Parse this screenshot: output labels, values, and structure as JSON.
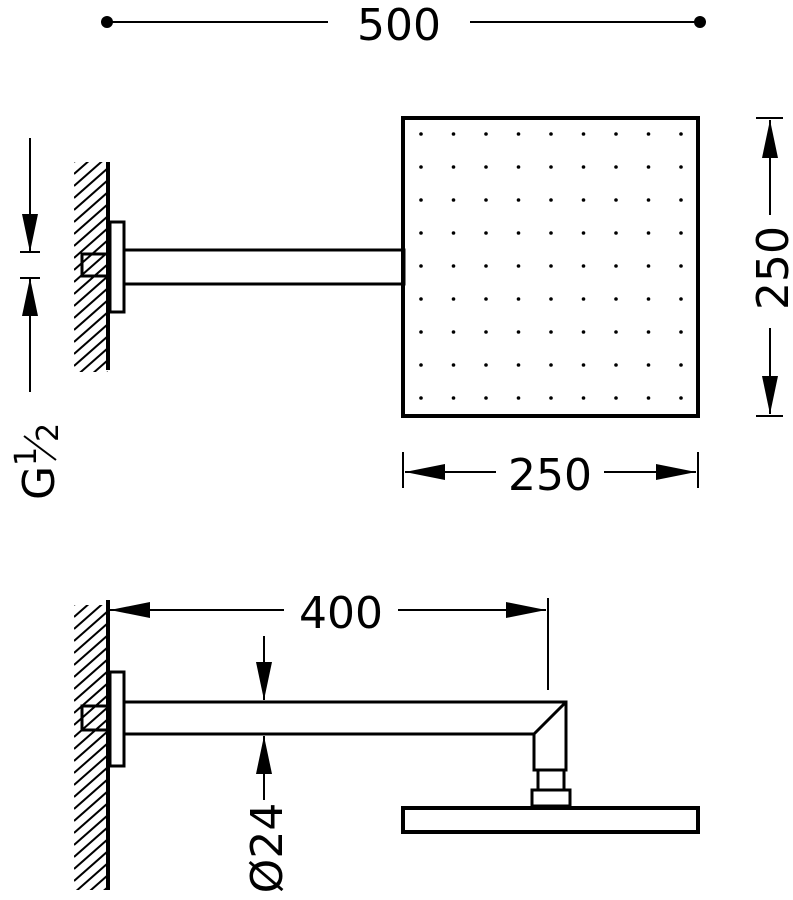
{
  "dimensions": {
    "overall_width": "500",
    "head_height": "250",
    "head_width": "250",
    "arm_length": "400",
    "arm_diameter": "Ø24",
    "thread_prefix": "G",
    "thread_numerator": "1",
    "thread_denominator": "2"
  },
  "colors": {
    "line": "#000000",
    "background": "#ffffff"
  }
}
